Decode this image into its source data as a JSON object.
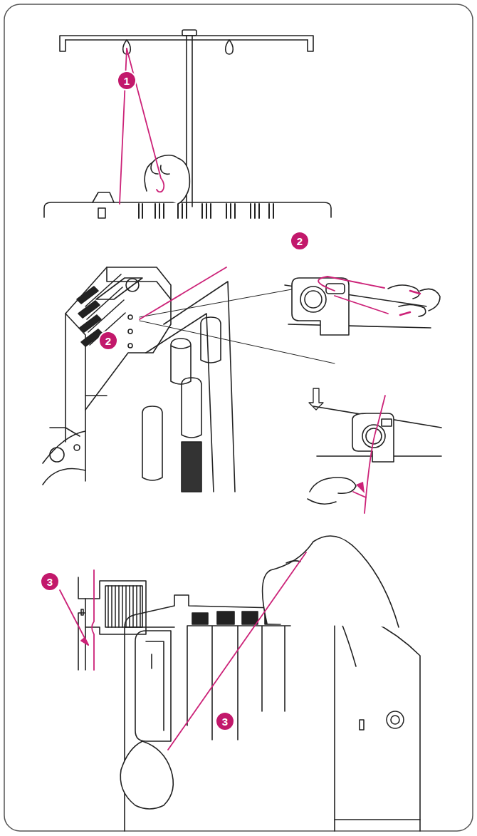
{
  "diagram": {
    "labels": [
      "1",
      "2",
      "2",
      "3",
      "3"
    ]
  }
}
